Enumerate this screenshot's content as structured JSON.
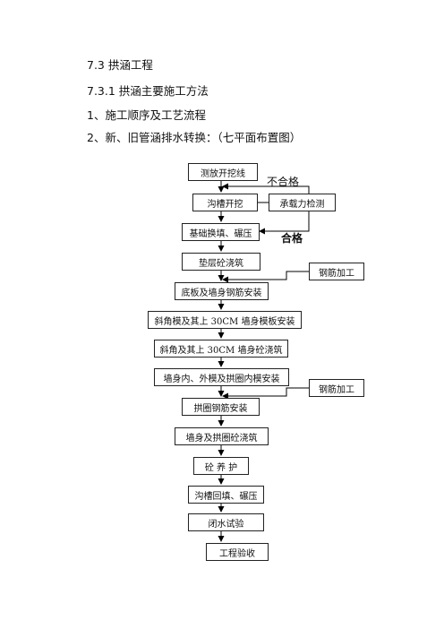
{
  "headings": {
    "h1": "7.3 拱涵工程",
    "h2": "7.3.1 拱涵主要施工方法",
    "h3": "1、施工顺序及工艺流程",
    "h4": "2、新、旧管涵排水转换：（七平面布置图）"
  },
  "flow": {
    "steps": [
      "测放开挖线",
      "沟槽开挖",
      "基础换填、碾压",
      "垫层砼浇筑",
      "底板及墙身钢筋安装",
      "斜角模及其上 30CM 墙身模板安装",
      "斜角及其上 30CM 墙身砼浇筑",
      "墙身内、外模及拱圈内模安装",
      "拱圈钢筋安装",
      "墙身及拱圈砼浇筑",
      "砼 养 护",
      "沟槽回填、碾压",
      "闭水试验",
      "工程验收"
    ],
    "side": {
      "bearing_test": "承载力检测",
      "rebar1": "钢筋加工",
      "rebar2": "钢筋加工"
    },
    "labels": {
      "fail": "不合格",
      "pass": "合格"
    }
  }
}
